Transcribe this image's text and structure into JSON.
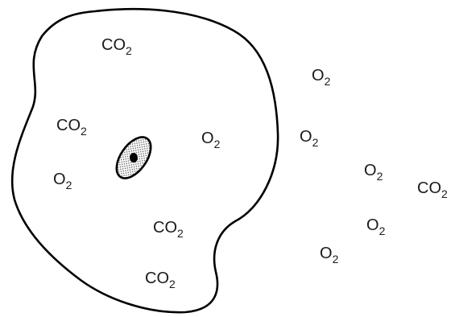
{
  "colors": {
    "ink": "#000000",
    "background": "#ffffff",
    "stipple": "#444444"
  },
  "labels": {
    "co2": {
      "base": "CO",
      "sub": "2"
    },
    "o2": {
      "base": "O",
      "sub": "2"
    }
  }
}
